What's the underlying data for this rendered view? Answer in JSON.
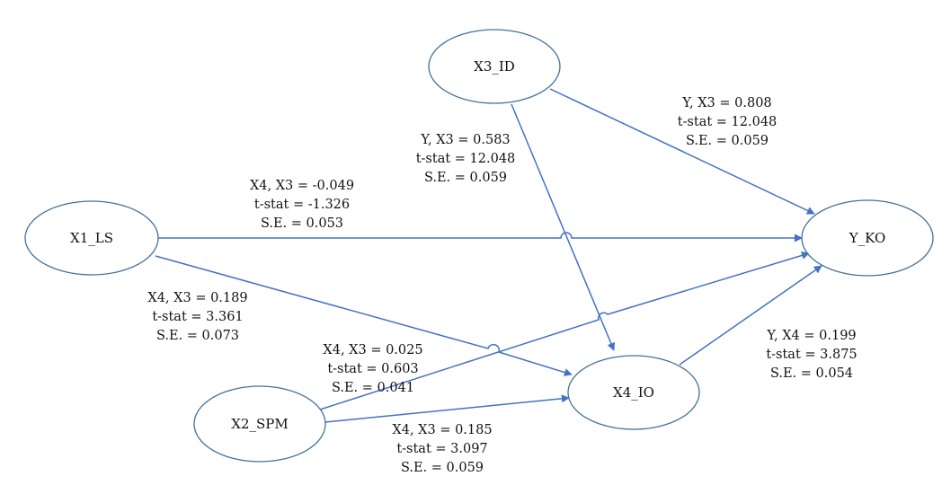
{
  "colors": {
    "edge": "#4472c4",
    "node_stroke": "#41719c",
    "text": "#111111",
    "background": "#ffffff"
  },
  "nodes": {
    "x1": {
      "label": "X1_LS"
    },
    "x2": {
      "label": "X2_SPM"
    },
    "x3": {
      "label": "X3_ID"
    },
    "x4": {
      "label": "X4_IO"
    },
    "y": {
      "label": "Y_KO"
    }
  },
  "edges": {
    "x3_y": {
      "coef": "Y, X3 = 0.808",
      "tstat": "t-stat = 12.048",
      "se": "S.E. = 0.059"
    },
    "x3_x4": {
      "coef": "Y, X3 = 0.583",
      "tstat": "t-stat = 12.048",
      "se": "S.E. = 0.059"
    },
    "x1_y": {
      "coef": "X4, X3 = -0.049",
      "tstat": "t-stat = -1.326",
      "se": "S.E. = 0.053"
    },
    "x1_x4": {
      "coef": "X4, X3 = 0.189",
      "tstat": "t-stat = 3.361",
      "se": "S.E. = 0.073"
    },
    "x2_y": {
      "coef": "X4, X3 = 0.025",
      "tstat": "t-stat = 0.603",
      "se": "S.E. = 0.041"
    },
    "x2_x4": {
      "coef": "X4, X3 = 0.185",
      "tstat": "t-stat = 3.097",
      "se": "S.E. = 0.059"
    },
    "x4_y": {
      "coef": "Y, X4 = 0.199",
      "tstat": "t-stat = 3.875",
      "se": "S.E. = 0.054"
    }
  }
}
